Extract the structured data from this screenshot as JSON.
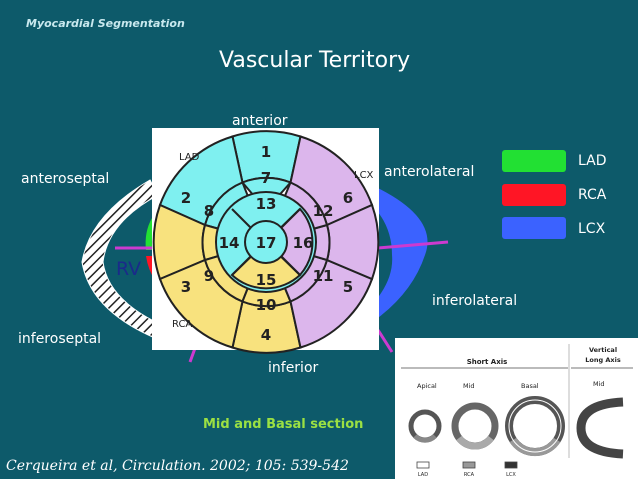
{
  "header": "Myocardial Segmentation",
  "title": "Vascular Territory",
  "regions": {
    "anterior": "anterior",
    "anteroseptal": "anteroseptal",
    "anterolateral": "anterolateral",
    "inferolateral": "inferolateral",
    "inferoseptal": "inferoseptal",
    "inferior": "inferior",
    "rv": "RV"
  },
  "bullseye": {
    "artery_labels": {
      "lad": "LAD",
      "lcx": "LCX",
      "rca": "RCA"
    },
    "segments": [
      "1",
      "2",
      "3",
      "4",
      "5",
      "6",
      "7",
      "8",
      "9",
      "10",
      "11",
      "12",
      "13",
      "14",
      "15",
      "16",
      "17"
    ]
  },
  "legend": [
    {
      "label": "LAD",
      "color": "#22e033"
    },
    {
      "label": "RCA",
      "color": "#ff1525"
    },
    {
      "label": "LCX",
      "color": "#3b62ff"
    }
  ],
  "colors": {
    "lad_region": "#7ff0f0",
    "rca_region": "#f8e27e",
    "lcx_region": "#dcb6ec"
  },
  "section_label": "Mid and Basal section",
  "citation": "Cerqueira et al, Circulation. 2002; 105: 539-542",
  "inset": {
    "short_axis": "Short Axis",
    "vertical_long_axis": "Vertical Long Axis",
    "apical": "Apical",
    "mid": "Mid",
    "basal": "Basal",
    "mid_vla": "Mid",
    "legend": [
      "LAD",
      "RCA",
      "LCX"
    ]
  }
}
